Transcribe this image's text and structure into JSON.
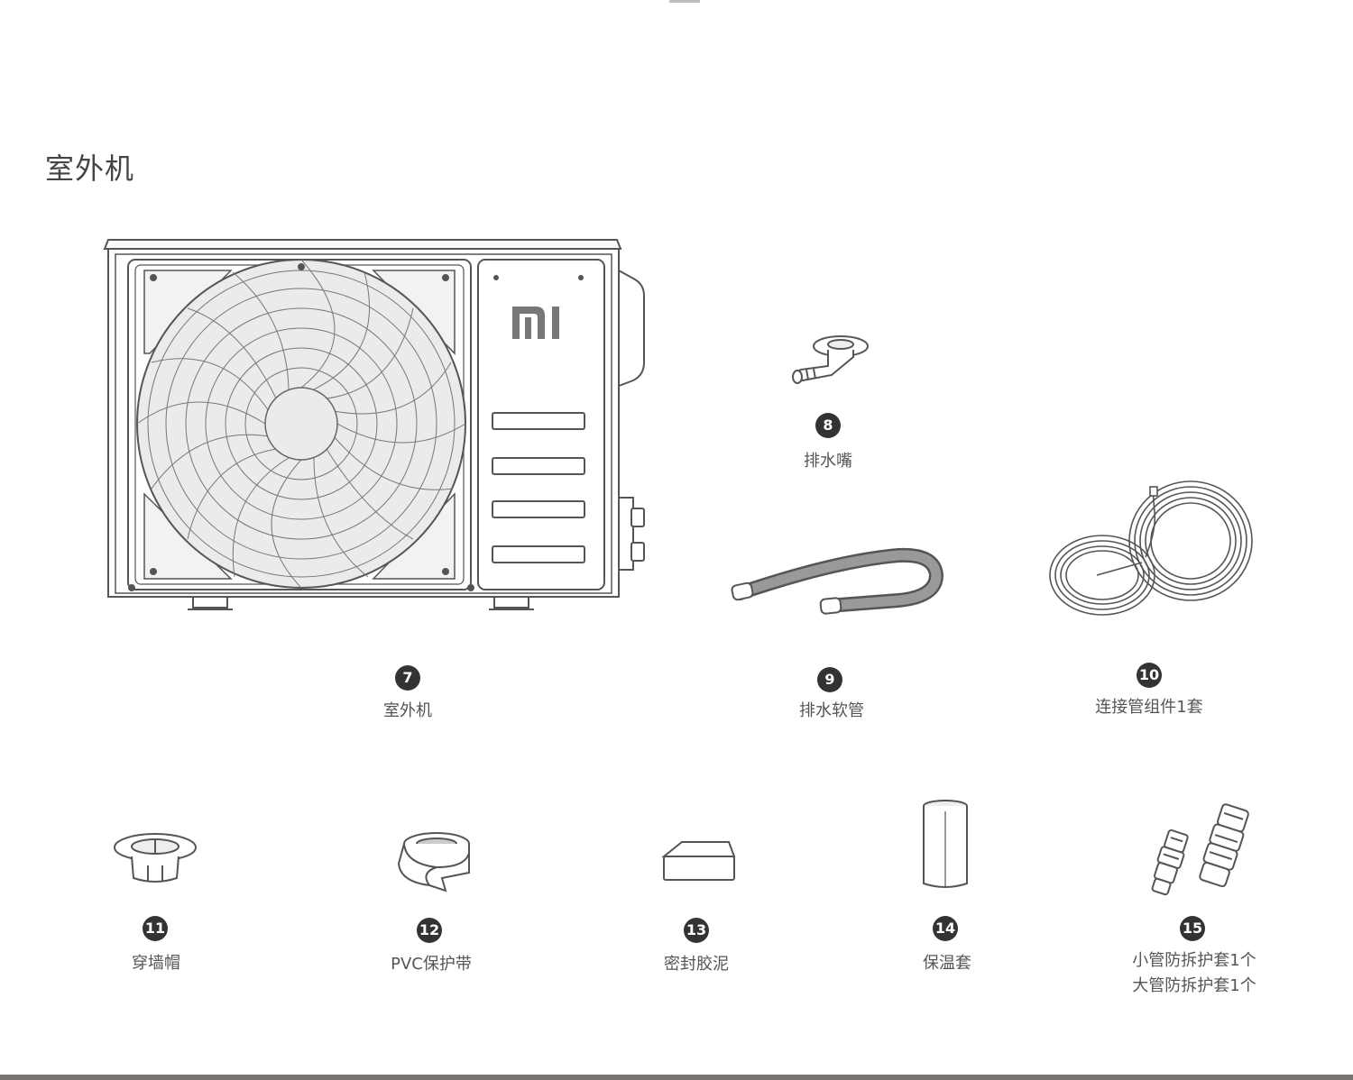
{
  "section": {
    "title": "室外机"
  },
  "brand": {
    "logo_text": "MI"
  },
  "items": [
    {
      "number": "7",
      "label": "室外机"
    },
    {
      "number": "8",
      "label": "排水嘴"
    },
    {
      "number": "9",
      "label": "排水软管"
    },
    {
      "number": "10",
      "label": "连接管组件1套"
    },
    {
      "number": "11",
      "label": "穿墙帽"
    },
    {
      "number": "12",
      "label": "PVC保护带"
    },
    {
      "number": "13",
      "label": "密封胶泥"
    },
    {
      "number": "14",
      "label": "保温套"
    },
    {
      "number": "15",
      "label_line1": "小管防拆护套1个",
      "label_line2": "大管防拆护套1个"
    }
  ]
}
